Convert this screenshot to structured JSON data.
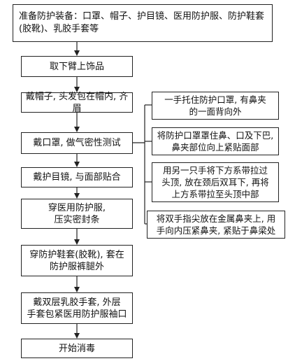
{
  "flowchart": {
    "top": {
      "line1": "准备防护装备：口罩、帽子、护目镜、医用防护服、防护鞋套",
      "line2": "(胶靴)、乳胶手套等"
    },
    "steps": [
      {
        "lines": [
          "取下臂上饰品"
        ]
      },
      {
        "lines": [
          "戴帽子, 头发包在帽内, 齐眉"
        ]
      },
      {
        "lines": [
          "戴口罩, 做气密性测试"
        ]
      },
      {
        "lines": [
          "戴护目镜, 与面部贴合"
        ]
      },
      {
        "lines": [
          "穿医用防护服,",
          "压实密封条"
        ]
      },
      {
        "lines": [
          "穿防护鞋套(胶靴), 套在",
          "防护服裤腿外"
        ]
      },
      {
        "lines": [
          "戴双层乳胶手套, 外层",
          "手套包紧医用防护服袖口"
        ]
      },
      {
        "lines": [
          "开始消毒"
        ]
      }
    ],
    "notes": [
      {
        "lines": [
          "一手托住防护口罩, 有鼻夹",
          "的一面背向外"
        ]
      },
      {
        "lines": [
          "将防护口罩罩住鼻、口及下巴,",
          "鼻夹部位向上紧贴面部"
        ]
      },
      {
        "lines": [
          "用另一只手将下方系带拉过",
          "头顶, 放在颈后双耳下, 再将",
          "上方系带拉至头顶中部"
        ]
      },
      {
        "lines": [
          "将双手指尖放在金属鼻夹上, 用",
          "手向内压紧鼻夹, 紧贴于鼻梁处"
        ]
      }
    ]
  }
}
